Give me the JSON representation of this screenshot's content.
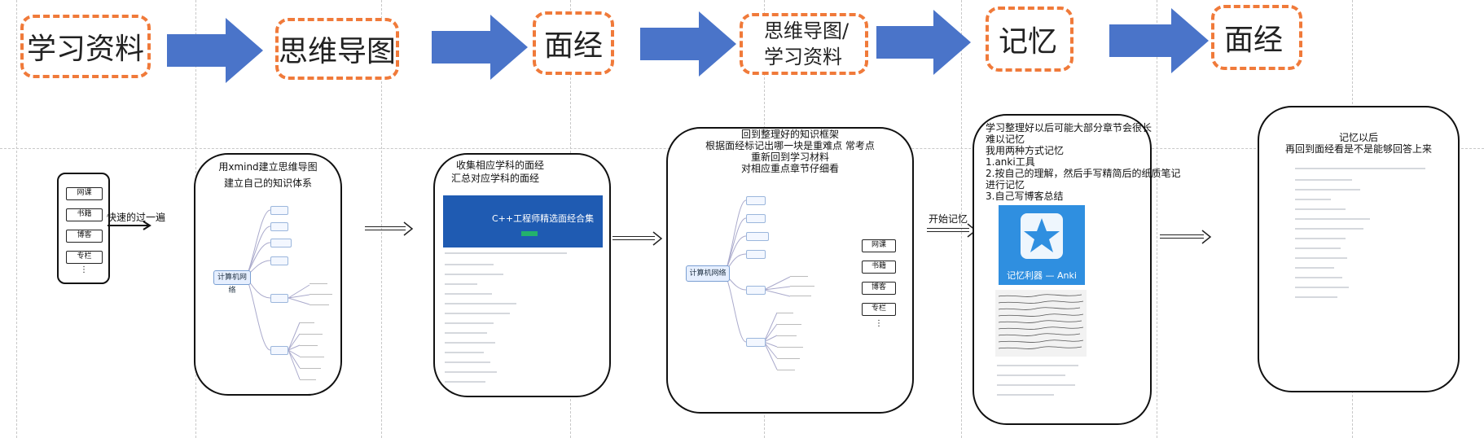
{
  "flow": {
    "stages": [
      {
        "label": "学习资料"
      },
      {
        "label": "思维导图"
      },
      {
        "label": "面经"
      },
      {
        "label_line1": "思维导图/",
        "label_line2": "学习资料"
      },
      {
        "label": "记忆"
      },
      {
        "label": "面经"
      }
    ]
  },
  "panel1": {
    "chips": [
      "网课",
      "书籍",
      "博客",
      "专栏"
    ],
    "ellipsis": "⋮",
    "arrow_label": "快速的过一遍"
  },
  "panel2": {
    "line1": "用xmind建立思维导图",
    "line2": "建立自己的知识体系",
    "mindmap_root": "计算机网络"
  },
  "panel3": {
    "line1": "收集相应学科的面经",
    "line2": "汇总对应学科的面经",
    "banner_title": "C++工程师精选面经合集"
  },
  "panel4": {
    "line1": "回到整理好的知识框架",
    "line2": "根据面经标记出哪一块是重难点 常考点",
    "line3": "重新回到学习材料",
    "line4": "对相应重点章节仔细看",
    "mindmap_root": "计算机网络",
    "chips": [
      "网课",
      "书籍",
      "博客",
      "专栏"
    ],
    "ellipsis": "⋮"
  },
  "memory_label": "开始记忆",
  "panel5": {
    "lines": [
      "学习整理好以后可能大部分章节会很长",
      "难以记忆",
      "我用两种方式记忆",
      "1.anki工具",
      "2.按自己的理解，然后手写精简后的纸质笔记",
      "进行记忆",
      "3.自己写博客总结"
    ],
    "anki_caption": "记忆利器 — Anki"
  },
  "panel6": {
    "line1": "记忆以后",
    "line2": "再回到面经看是不是能够回答上来"
  },
  "colors": {
    "arrow_blue": "#4a74c9",
    "stage_border": "#f07a3a",
    "anki_blue": "#2f8fe0"
  }
}
